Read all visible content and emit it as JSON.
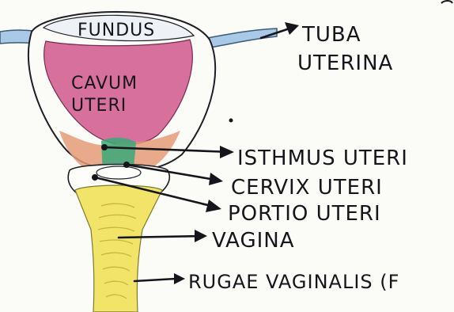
{
  "labels": {
    "fundus": "FUNDUS",
    "cavum_line1": "CAVUM",
    "cavum_line2": "UTERI",
    "tuba_line1": "TUBA",
    "tuba_line2": "UTERINA",
    "isthmus": "ISTHMUS UTERI",
    "cervix": "CERVIX UTERI",
    "portio": "PORTIO UTERI",
    "vagina": "VAGINA",
    "rugae": "RUGAE VAGINALIS (F"
  },
  "colors": {
    "cavum": "#d8709e",
    "tube": "#a9c9e6",
    "isthmus": "#e59a78",
    "cervix_canal": "#3aa878",
    "vagina": "#f1e468",
    "ink": "#15151c"
  }
}
